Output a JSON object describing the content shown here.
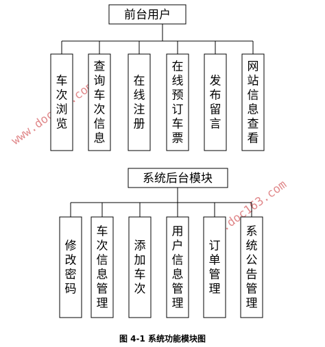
{
  "diagram1": {
    "root": "前台用户",
    "children": [
      "车次浏览",
      "查询车次信息",
      "在线注册",
      "在线预订车票",
      "发布留言",
      "网站信息查看"
    ]
  },
  "diagram2": {
    "root": "系统后台模块",
    "children": [
      "修改密码",
      "车次信息管理",
      "添加车次",
      "用户信息管理",
      "订单管理",
      "系统公告管理"
    ]
  },
  "caption": "图 4-1 系统功能模块图",
  "watermark": "www.doc163.com",
  "colors": {
    "watermark": "#c8282c",
    "stroke": "#000000"
  }
}
